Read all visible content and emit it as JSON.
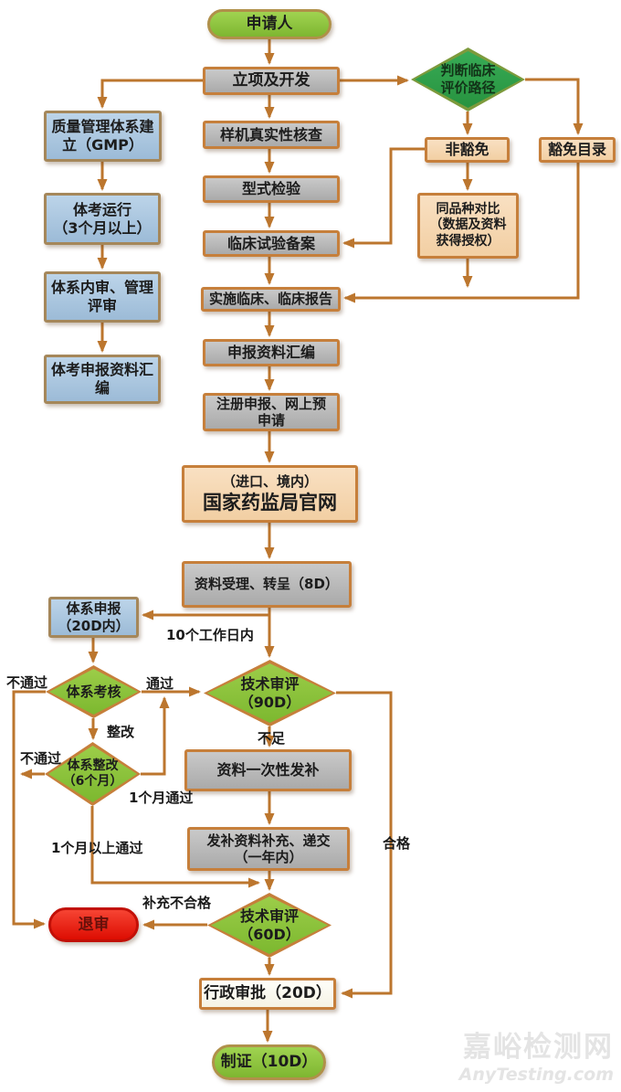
{
  "nodes": {
    "applicant": {
      "label": "申请人"
    },
    "project_dev": {
      "label": "立项及开发"
    },
    "clinical_path": {
      "label": "判断临床\n评价路径"
    },
    "gmp": {
      "label": "质量管理体系建\n立（GMP）"
    },
    "prototype_check": {
      "label": "样机真实性核查"
    },
    "non_exempt": {
      "label": "非豁免"
    },
    "exempt_list": {
      "label": "豁免目录"
    },
    "type_test": {
      "label": "型式检验"
    },
    "system_run": {
      "label": "体考运行\n（3个月以上）"
    },
    "same_kind": {
      "label": "同品种对比\n（数据及资料\n获得授权）"
    },
    "clinical_filing": {
      "label": "临床试验备案"
    },
    "internal_audit": {
      "label": "体系内审、管理\n评审"
    },
    "clinical_report": {
      "label": "实施临床、临床报告"
    },
    "dossier_compile": {
      "label": "申报资料汇编"
    },
    "tikao_dossier": {
      "label": "体考申报资料汇\n编"
    },
    "reg_submit": {
      "label": "注册申报、网上预\n申请"
    },
    "nmpa_site": {
      "line1": "（进口、境内）",
      "line2": "国家药监局官网"
    },
    "acceptance": {
      "label": "资料受理、转呈（8D）"
    },
    "system_declare": {
      "label": "体系申报\n（20D内）"
    },
    "system_assess": {
      "label": "体系考核"
    },
    "tech_review_90": {
      "label": "技术审评\n（90D）"
    },
    "system_rectify": {
      "label": "体系整改\n（6个月）"
    },
    "supplement_once": {
      "label": "资料一次性发补"
    },
    "supplement_submit": {
      "label": "发补资料补充、递交\n（一年内）"
    },
    "reject": {
      "label": "退审"
    },
    "tech_review_60": {
      "label": "技术审评\n（60D）"
    },
    "admin_approval": {
      "label": "行政审批（20D）"
    },
    "certificate": {
      "label": "制证（10D）"
    }
  },
  "edge_labels": {
    "ten_workdays": "10个工作日内",
    "fail_top": "不通过",
    "pass": "通过",
    "rectify": "整改",
    "fail_bottom": "不通过",
    "pass_1month": "1个月通过",
    "pass_over_1month": "1个月以上通过",
    "insufficient": "不足",
    "qualified": "合格",
    "supplement_fail": "补充不合格"
  },
  "watermark": {
    "line1": "嘉峪检测网",
    "line2": "AnyTesting.com"
  },
  "colors": {
    "arrow": "#bc762e",
    "box_border_orange": "#c67f3b",
    "box_border_tan": "#a5875a",
    "gray_fill": "#b9b9b9",
    "blue_fill": "#aac6de",
    "peach_fill": "#f6d7b2",
    "green_node": "#8dc63f",
    "dark_green_diamond": "#2f9e4f",
    "light_green_diamond": "#8cc63e",
    "red_fill": "#e8150d",
    "white_fill": "#fdfdf6"
  }
}
